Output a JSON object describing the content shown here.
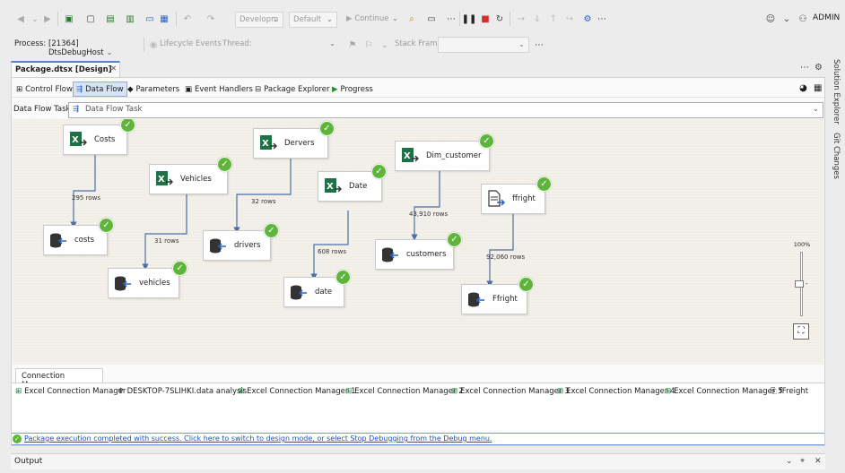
{
  "toolbar": {
    "config_combo": "Developm",
    "platform_combo": "Default",
    "continue_label": "Continue",
    "user_label": "ADMIN"
  },
  "debugbar": {
    "process_label": "Process:",
    "process_value": "[21364] DtsDebugHost",
    "lifecycle_label": "Lifecycle Events",
    "thread_label": "Thread:",
    "stackframe_label": "Stack Frame:"
  },
  "document": {
    "tab_title": "Package.dtsx [Design]"
  },
  "designer_tabs": [
    {
      "label": "Control Flow"
    },
    {
      "label": "Data Flow"
    },
    {
      "label": "Parameters"
    },
    {
      "label": "Event Handlers"
    },
    {
      "label": "Package Explorer"
    },
    {
      "label": "Progress"
    }
  ],
  "task": {
    "label": "Data Flow Task:",
    "value": "Data Flow Task"
  },
  "nodes": {
    "costs_src": "Costs",
    "costs_dst": "costs",
    "vehicles_src": "Vehicles",
    "vehicles_dst": "vehicles",
    "drivers_src": "Dervers",
    "drivers_dst": "drivers",
    "date_src": "Date",
    "date_dst": "date",
    "customer_src": "Dim_customer",
    "customer_dst": "customers",
    "ffright_src": "ffright",
    "ffright_dst": "Ffright"
  },
  "row_counts": {
    "costs": "295 rows",
    "vehicles": "31 rows",
    "drivers": "32 rows",
    "date": "608 rows",
    "customers": "43,910 rows",
    "ffright": "92,060 rows"
  },
  "zoom": "100%",
  "connection_managers": {
    "tab_label": "Connection Managers",
    "items": [
      "Excel Connection Manager",
      "DESKTOP-7SLIHKI.data analysis",
      "Excel Connection Manager 1",
      "Excel Connection Manager 2",
      "Excel Connection Manager 3",
      "Excel Connection Manager 4",
      "Excel Connection Manager 5",
      "fFreight"
    ]
  },
  "status": {
    "message": "Package execution completed with success. Click here to switch to design mode, or select Stop Debugging from the Debug menu."
  },
  "output": {
    "label": "Output"
  },
  "side_panels": [
    "Solution Explorer",
    "Git Changes"
  ],
  "colors": {
    "accent": "#5b7fdb",
    "success": "#5fb43a",
    "excel_green": "#1e7145",
    "stop_red": "#d32f2f"
  }
}
